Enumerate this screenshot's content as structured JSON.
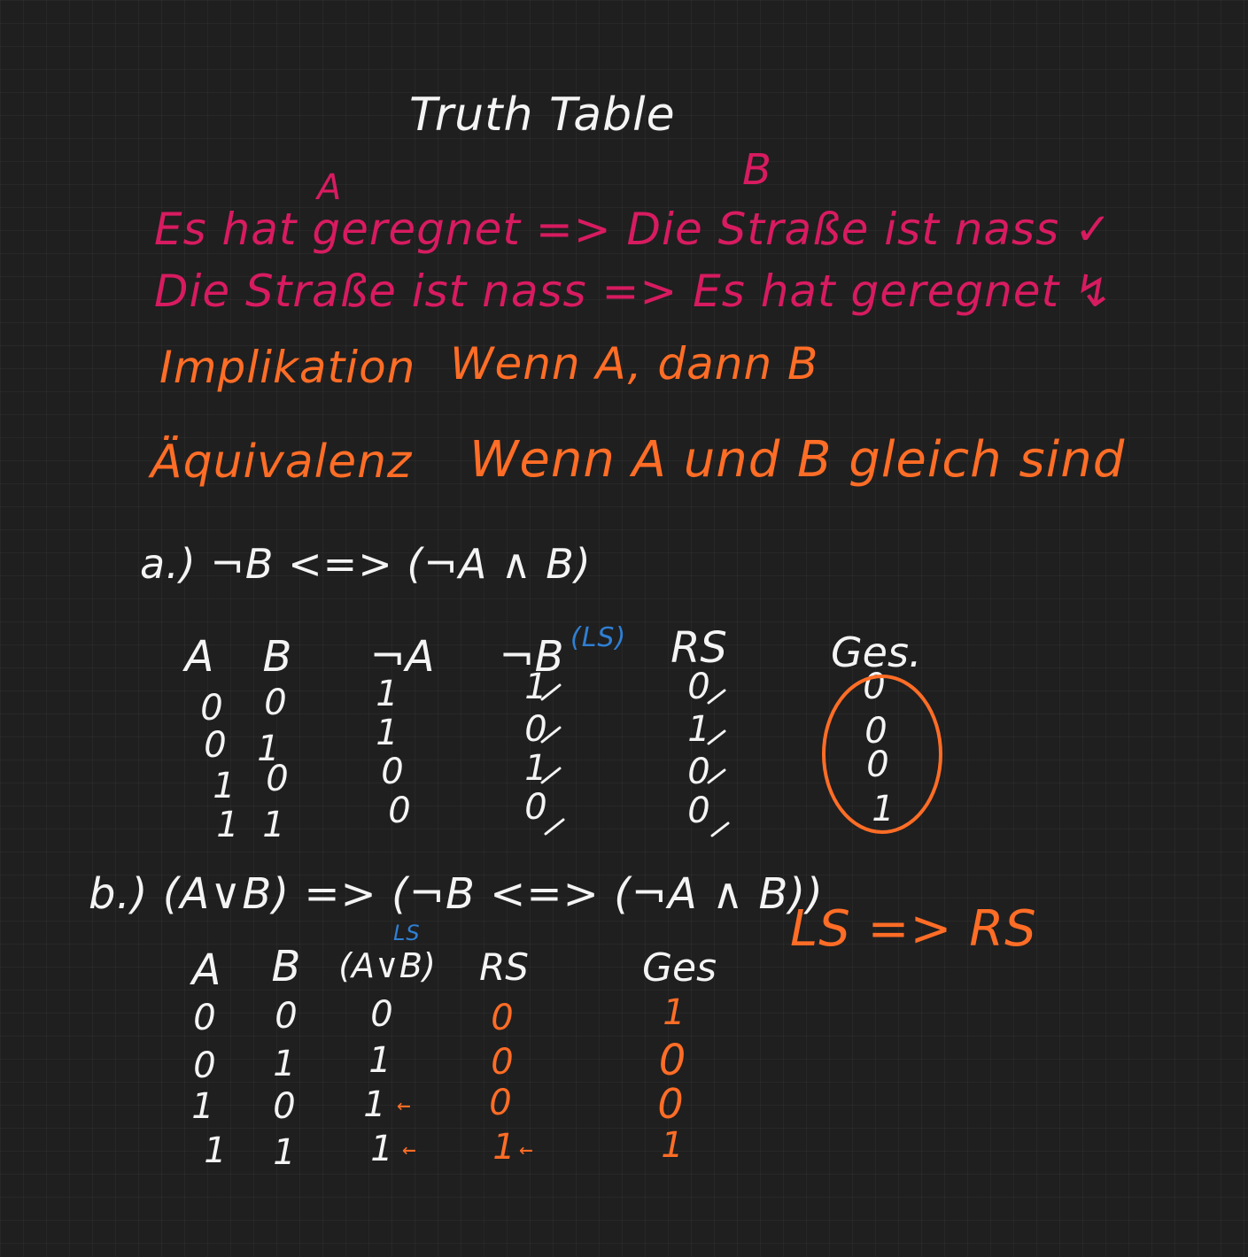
{
  "title": "Truth Table",
  "label_a": "A",
  "label_b": "B",
  "sentence1": "Es hat geregnet => Die Straße ist nass ✓",
  "sentence2": "Die Straße ist nass => Es hat geregnet ↯",
  "implikation": {
    "term": "Implikation",
    "meaning": "Wenn A, dann B"
  },
  "aequivalenz": {
    "term": "Äquivalenz",
    "meaning": "Wenn A und B gleich sind"
  },
  "part_a": {
    "expression": "a.) ¬B <=> (¬A ∧ B)",
    "headers": [
      "A",
      "B",
      "¬A",
      "¬B",
      "RS",
      "Ges."
    ],
    "ls_note": "(LS)",
    "rows": [
      [
        "0",
        "0",
        "1",
        "1",
        "0",
        "0"
      ],
      [
        "0",
        "1",
        "1",
        "0",
        "1",
        "0"
      ],
      [
        "1",
        "0",
        "0",
        "1",
        "0",
        "0"
      ],
      [
        "1",
        "1",
        "0",
        "0",
        "0",
        "1"
      ]
    ]
  },
  "part_b": {
    "expression": "b.) (A∨B) => (¬B <=> (¬A ∧ B))",
    "note": "LS => RS",
    "ls_note": "LS",
    "headers": [
      "A",
      "B",
      "(A∨B)",
      "RS",
      "Ges"
    ],
    "rows": [
      [
        "0",
        "0",
        "0",
        "0",
        "1"
      ],
      [
        "0",
        "1",
        "1",
        "0",
        "0"
      ],
      [
        "1",
        "0",
        "1",
        "0",
        "0"
      ],
      [
        "1",
        "1",
        "1",
        "1",
        "1"
      ]
    ],
    "arrow": "←"
  },
  "colors": {
    "background": "#1f1f1f",
    "white": "#f4f4f4",
    "red": "#d81b60",
    "orange": "#ff6d26",
    "blue": "#2f7fd4"
  }
}
